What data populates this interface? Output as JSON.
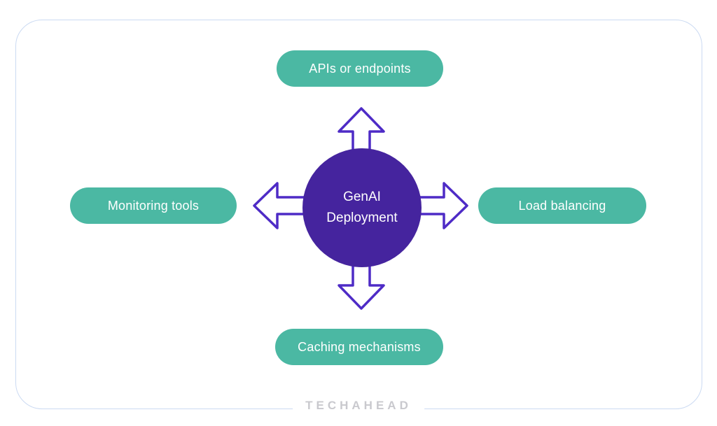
{
  "colors": {
    "teal": "#4bb8a3",
    "purple": "#45249e",
    "arrow": "#4e2bc6",
    "card-border": "#cbdaf2",
    "logo": "#c9c9ce",
    "text-on-fill": "#ffffff",
    "page-bg": "#ffffff"
  },
  "diagram": {
    "center": {
      "line1": "GenAI",
      "line2": "Deployment"
    },
    "nodes": [
      {
        "position": "top",
        "label": "APIs or endpoints"
      },
      {
        "position": "right",
        "label": "Load balancing"
      },
      {
        "position": "bottom",
        "label": "Caching mechanisms"
      },
      {
        "position": "left",
        "label": "Monitoring tools"
      }
    ]
  },
  "footer": {
    "brand": "TECHAHEAD"
  }
}
